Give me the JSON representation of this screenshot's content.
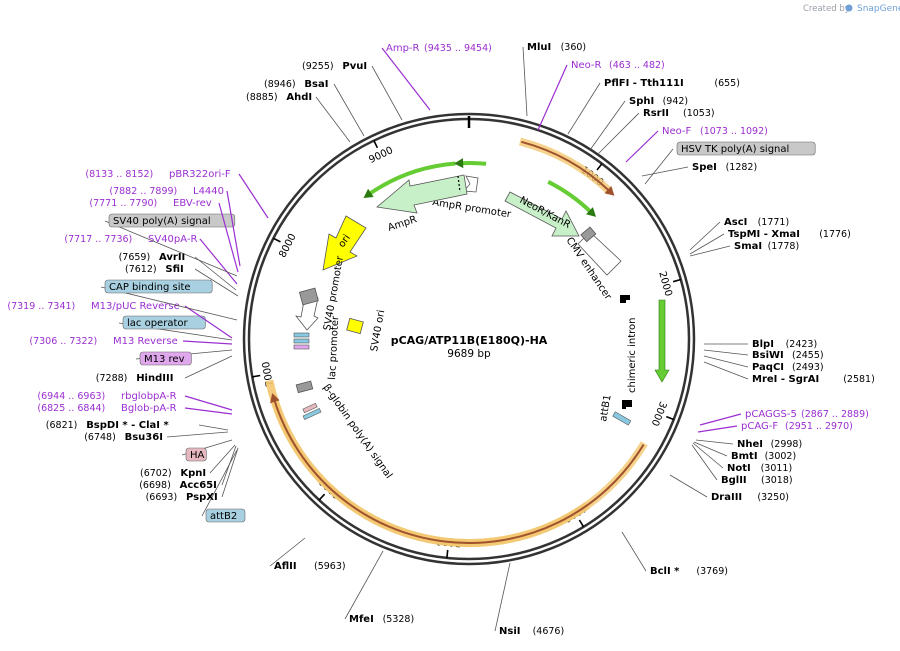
{
  "plasmid": {
    "name": "pCAG/ATP11B(E180Q)-HA",
    "size_label": "9689 bp",
    "length": 9689
  },
  "credit": {
    "prefix": "Created by",
    "brand": "SnapGene"
  },
  "ticks": [
    "1000",
    "2000",
    "3000",
    "4000",
    "5000",
    "6000",
    "7000",
    "8000",
    "9000"
  ],
  "labels": [
    {
      "name": "MluI",
      "pos": "(360)",
      "style": "site"
    },
    {
      "name": "Neo-R",
      "pos": "(463 .. 482)",
      "style": "primer"
    },
    {
      "name": "PflFI  - Tth111I",
      "pos": "(655)",
      "style": "site"
    },
    {
      "name": "SphI",
      "pos": "(942)",
      "style": "site"
    },
    {
      "name": "RsrII",
      "pos": "(1053)",
      "style": "site"
    },
    {
      "name": "Neo-F",
      "pos": "(1073 .. 1092)",
      "style": "primer"
    },
    {
      "name": "HSV TK poly(A) signal",
      "pos": "",
      "style": "box",
      "color": "#c8c8c8"
    },
    {
      "name": "SpeI",
      "pos": "(1282)",
      "style": "site"
    },
    {
      "name": "AscI",
      "pos": "(1771)",
      "style": "site"
    },
    {
      "name": "TspMI  - XmaI",
      "pos": "(1776)",
      "style": "site"
    },
    {
      "name": "SmaI",
      "pos": "(1778)",
      "style": "site"
    },
    {
      "name": "BlpI",
      "pos": "(2423)",
      "style": "site"
    },
    {
      "name": "BsiWI",
      "pos": "(2455)",
      "style": "site"
    },
    {
      "name": "PaqCI",
      "pos": "(2493)",
      "style": "site"
    },
    {
      "name": "MreI  - SgrAI",
      "pos": "(2581)",
      "style": "site"
    },
    {
      "name": "pCAGGS-5",
      "pos": "(2867 .. 2889)",
      "style": "primer"
    },
    {
      "name": "pCAG-F",
      "pos": "(2951 .. 2970)",
      "style": "primer"
    },
    {
      "name": "NheI",
      "pos": "(2998)",
      "style": "site"
    },
    {
      "name": "BmtI",
      "pos": "(3002)",
      "style": "site"
    },
    {
      "name": "NotI",
      "pos": "(3011)",
      "style": "site"
    },
    {
      "name": "BglII",
      "pos": "(3018)",
      "style": "site"
    },
    {
      "name": "DraIII",
      "pos": "(3250)",
      "style": "site"
    },
    {
      "name": "BclI *",
      "pos": "(3769)",
      "style": "site"
    },
    {
      "name": "NsiI",
      "pos": "(4676)",
      "style": "site"
    },
    {
      "name": "MfeI",
      "pos": "(5328)",
      "style": "site"
    },
    {
      "name": "AflII",
      "pos": "(5963)",
      "style": "site"
    },
    {
      "name": "attB2",
      "pos": "",
      "style": "box",
      "color": "#a8d0e0"
    },
    {
      "name": "PspXI",
      "pos": "(6693)",
      "style": "site"
    },
    {
      "name": "Acc65I",
      "pos": "(6698)",
      "style": "site"
    },
    {
      "name": "KpnI",
      "pos": "(6702)",
      "style": "site"
    },
    {
      "name": "HA",
      "pos": "",
      "style": "box",
      "color": "#e6b8c0"
    },
    {
      "name": "Bsu36I",
      "pos": "(6748)",
      "style": "site"
    },
    {
      "name": "BspDI *  - ClaI *",
      "pos": "(6821)",
      "style": "site"
    },
    {
      "name": "Bglob-pA-R",
      "pos": "(6825 .. 6844)",
      "style": "primer"
    },
    {
      "name": "rbglobpA-R",
      "pos": "(6944 .. 6963)",
      "style": "primer"
    },
    {
      "name": "HindIII",
      "pos": "(7288)",
      "style": "site"
    },
    {
      "name": "M13 rev",
      "pos": "",
      "style": "box",
      "color": "#e0a8ec"
    },
    {
      "name": "M13 Reverse",
      "pos": "(7306 .. 7322)",
      "style": "primer"
    },
    {
      "name": "lac operator",
      "pos": "",
      "style": "box",
      "color": "#a8d0e0"
    },
    {
      "name": "M13/pUC Reverse",
      "pos": "(7319 .. 7341)",
      "style": "primer"
    },
    {
      "name": "CAP binding site",
      "pos": "",
      "style": "box",
      "color": "#a8d0e0"
    },
    {
      "name": "SfiI",
      "pos": "(7612)",
      "style": "site"
    },
    {
      "name": "AvrII",
      "pos": "(7659)",
      "style": "site"
    },
    {
      "name": "SV40pA-R",
      "pos": "(7717 .. 7736)",
      "style": "primer"
    },
    {
      "name": "SV40 poly(A) signal",
      "pos": "",
      "style": "box",
      "color": "#c8c8c8"
    },
    {
      "name": "EBV-rev",
      "pos": "(7771 .. 7790)",
      "style": "primer"
    },
    {
      "name": "L4440",
      "pos": "(7882 .. 7899)",
      "style": "primer"
    },
    {
      "name": "pBR322ori-F",
      "pos": "(8133 .. 8152)",
      "style": "primer"
    },
    {
      "name": "AhdI",
      "pos": "(8885)",
      "style": "site"
    },
    {
      "name": "BsaI",
      "pos": "(8946)",
      "style": "site"
    },
    {
      "name": "PvuI",
      "pos": "(9255)",
      "style": "site"
    },
    {
      "name": "Amp-R",
      "pos": "(9435 .. 9454)",
      "style": "primer"
    }
  ],
  "features": [
    {
      "name": "NeoR/KanR"
    },
    {
      "name": "AmpR promoter"
    },
    {
      "name": "AmpR"
    },
    {
      "name": "ori"
    },
    {
      "name": "SV40 promoter"
    },
    {
      "name": "SV40 ori"
    },
    {
      "name": "lac promoter"
    },
    {
      "name": "β-globin poly(A) signal"
    },
    {
      "name": "CMV enhancer"
    },
    {
      "name": "chimeric intron"
    },
    {
      "name": "attB1"
    }
  ]
}
